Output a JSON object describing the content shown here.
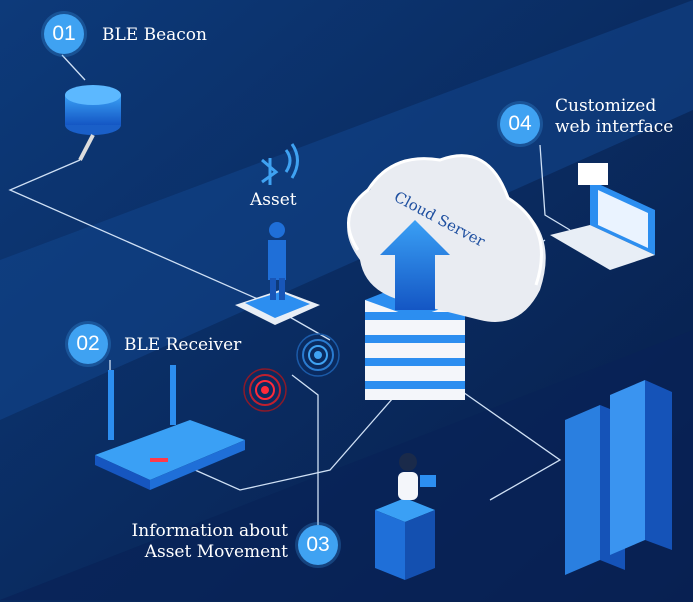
{
  "steps": [
    {
      "number": "01",
      "label": "BLE Beacon"
    },
    {
      "number": "02",
      "label": "BLE Receiver"
    },
    {
      "number": "03",
      "label_line1": "Information about",
      "label_line2": "Asset Movement"
    },
    {
      "number": "04",
      "label_line1": "Customized",
      "label_line2": "web interface"
    }
  ],
  "asset_label": "Asset",
  "cloud_label": "Cloud Server",
  "colors": {
    "background": "#0a2a5e",
    "badge": "#3fa2f2",
    "device_blue": "#1f7fe0",
    "cloud": "#eef0f4"
  }
}
